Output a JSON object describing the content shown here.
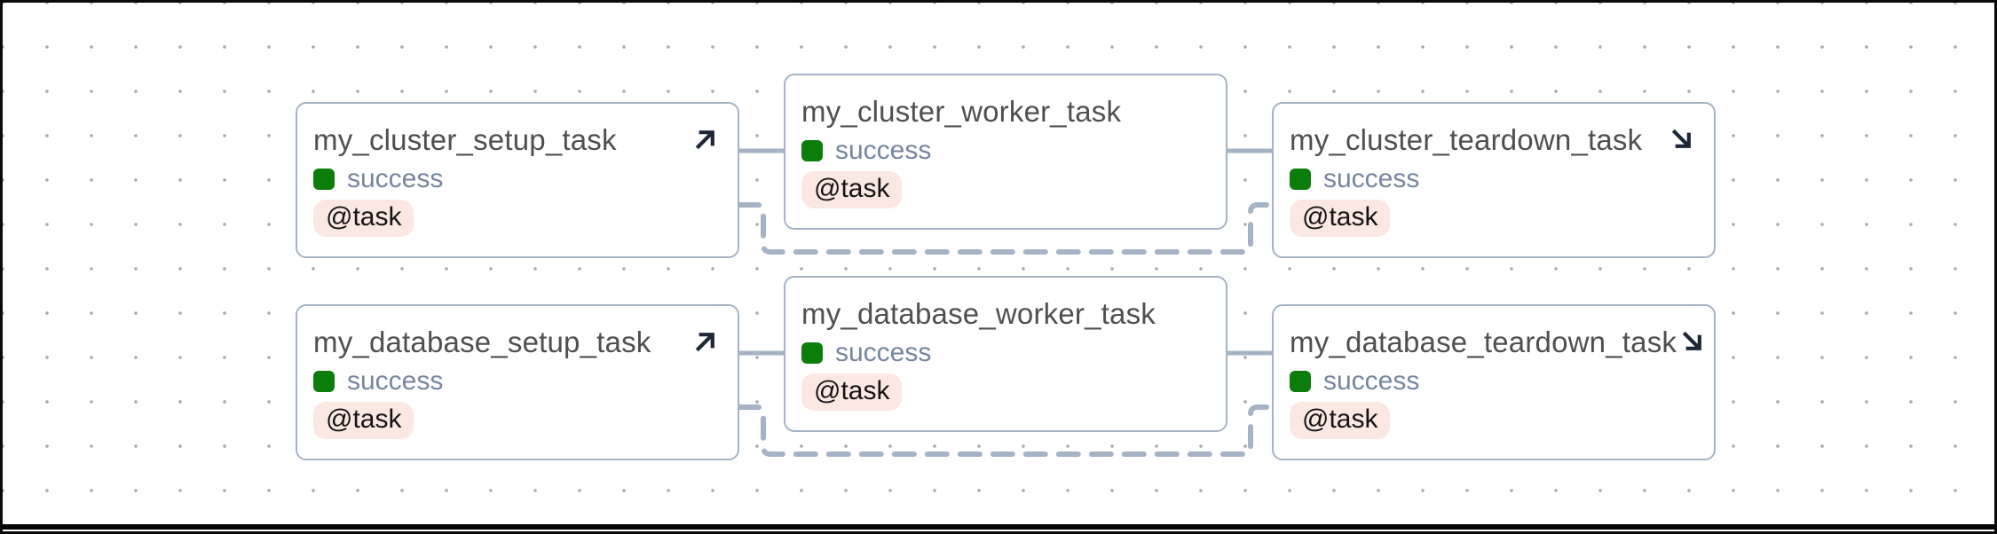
{
  "view": "dag-graph",
  "theme": {
    "edge_color": "#a6b3c5",
    "card_border_color": "#a6b3c5",
    "title_color": "#4f4f4f",
    "status_text_color": "#76869e",
    "success_color": "#0a7d0a",
    "badge_bg_color": "#fce8e2",
    "badge_text_color": "#141414",
    "icon_color": "#1e2736",
    "dot_color": "#a7a7ad",
    "frame_color": "#0a0a0a"
  },
  "icons": {
    "setup": "arrow-up-right-icon",
    "teardown": "arrow-down-right-icon"
  },
  "nodes": [
    {
      "title": "my_cluster_setup_task",
      "status": "success",
      "decorator": "@task",
      "role": "setup"
    },
    {
      "title": "my_cluster_worker_task",
      "status": "success",
      "decorator": "@task",
      "role": "worker"
    },
    {
      "title": "my_cluster_teardown_task",
      "status": "success",
      "decorator": "@task",
      "role": "teardown"
    },
    {
      "title": "my_database_setup_task",
      "status": "success",
      "decorator": "@task",
      "role": "setup"
    },
    {
      "title": "my_database_worker_task",
      "status": "success",
      "decorator": "@task",
      "role": "worker"
    },
    {
      "title": "my_database_teardown_task",
      "status": "success",
      "decorator": "@task",
      "role": "teardown"
    }
  ],
  "edges": [
    {
      "from": "my_cluster_setup_task",
      "to": "my_cluster_worker_task",
      "style": "solid"
    },
    {
      "from": "my_cluster_worker_task",
      "to": "my_cluster_teardown_task",
      "style": "solid"
    },
    {
      "from": "my_cluster_setup_task",
      "to": "my_cluster_teardown_task",
      "style": "dashed"
    },
    {
      "from": "my_database_setup_task",
      "to": "my_database_worker_task",
      "style": "solid"
    },
    {
      "from": "my_database_worker_task",
      "to": "my_database_teardown_task",
      "style": "solid"
    },
    {
      "from": "my_database_setup_task",
      "to": "my_database_teardown_task",
      "style": "dashed"
    }
  ]
}
